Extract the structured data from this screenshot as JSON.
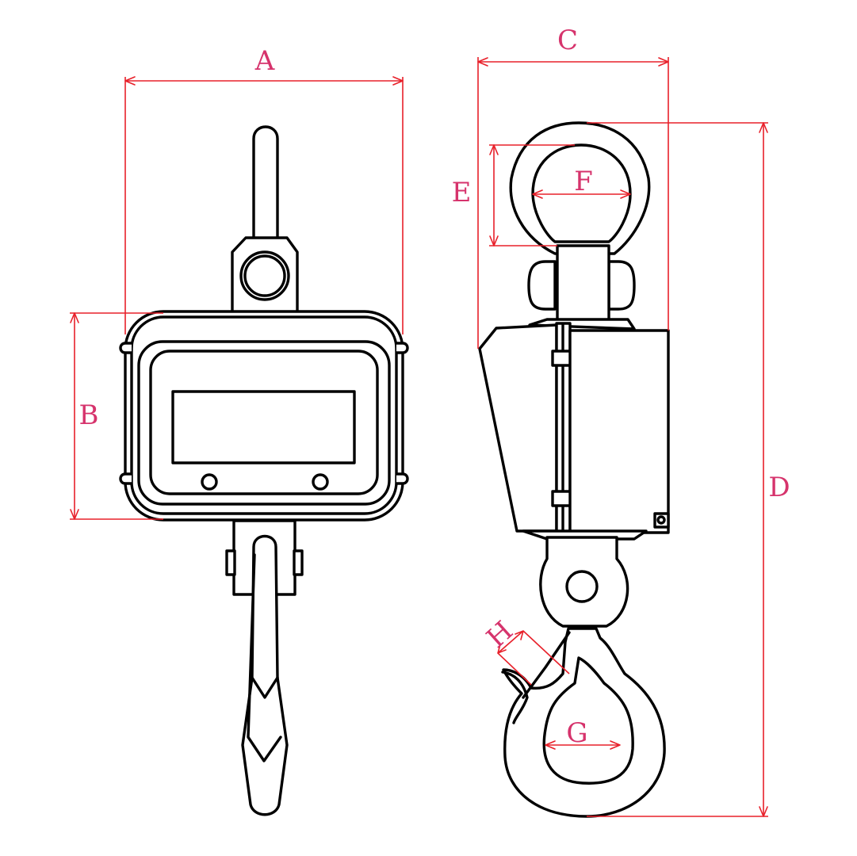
{
  "colors": {
    "outline": "#000000",
    "dimension": "#e8202a",
    "label": "#d6336c",
    "background": "#ffffff"
  },
  "labels": {
    "a": "A",
    "b": "B",
    "c": "C",
    "d": "D",
    "e": "E",
    "f": "F",
    "g": "G",
    "h": "H"
  }
}
